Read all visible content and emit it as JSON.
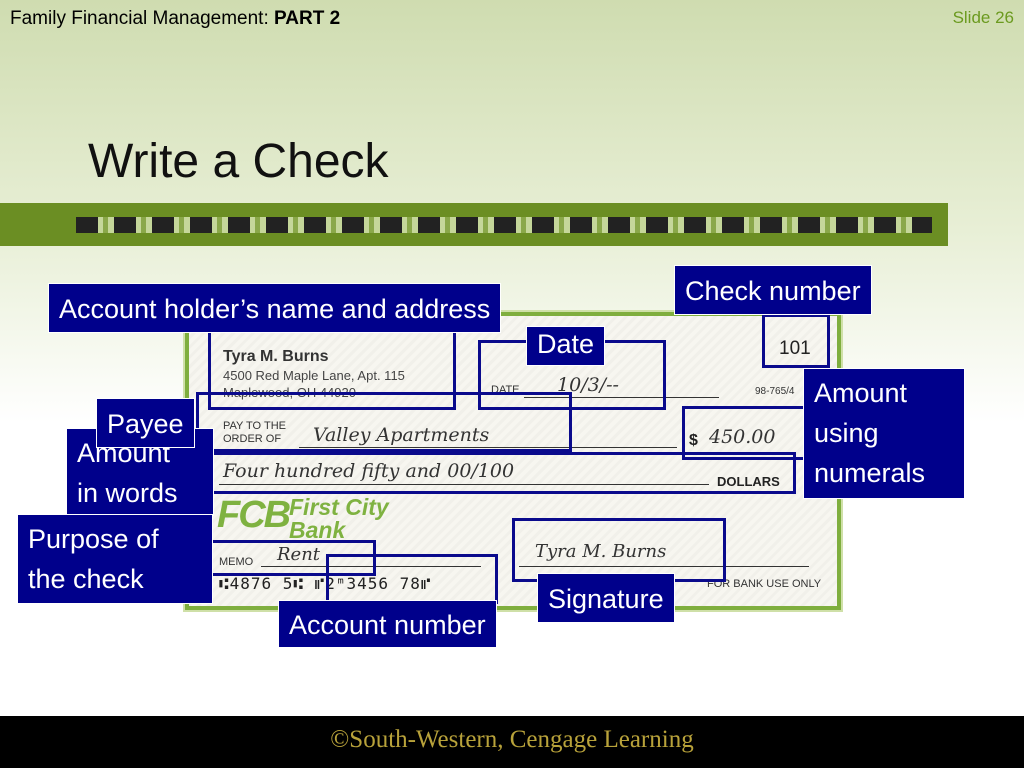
{
  "header": {
    "title_prefix": "Family Financial Management: ",
    "title_part": "PART 2",
    "slide_number": "Slide 26"
  },
  "slide_title": "Write a Check",
  "check": {
    "name": "Tyra M. Burns",
    "address_line1": "4500 Red Maple Lane, Apt. 115",
    "address_line2": "Maplewood, OH 44920",
    "date_label": "DATE",
    "date_value": "10/3/--",
    "routing_fraction": "98-765/4",
    "check_number": "101",
    "pay_to_label_1": "PAY TO THE",
    "pay_to_label_2": "ORDER OF",
    "payee": "Valley Apartments",
    "dollar_sign": "$",
    "amount_numerals": "450.00",
    "amount_words": "Four hundred fifty and 00/100",
    "dollars_label": "DOLLARS",
    "bank_logo_mark": "FCB",
    "bank_name_line1": "First City",
    "bank_name_line2": "Bank",
    "memo_label": "MEMO",
    "memo_value": "Rent",
    "signature": "Tyra M. Burns",
    "micr_line": "⑆4876 5⑆ ⑈2ᵐ3456 78⑈",
    "bank_use_label": "FOR BANK USE ONLY"
  },
  "callouts": {
    "check_number": "Check number",
    "account_holder": "Account holder’s name and address",
    "date": "Date",
    "amount_numerals_1": "Amount",
    "amount_numerals_2": "using",
    "amount_numerals_3": "numerals",
    "payee": "Payee",
    "amount_words_1": "Amount",
    "amount_words_2": "in words",
    "purpose_1": "Purpose of",
    "purpose_2": "the check",
    "signature": "Signature",
    "account_number": "Account number"
  },
  "footer": {
    "copyright": "©South-Western, Cengage Learning"
  },
  "colors": {
    "callout_bg": "#00008b",
    "band_green": "#6b8e23",
    "slide_number": "#6b9a1f",
    "footer_text": "#b8a23a"
  }
}
